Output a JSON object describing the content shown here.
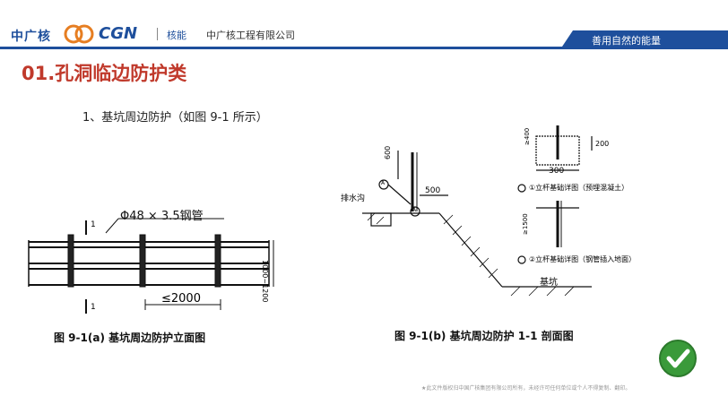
{
  "header": {
    "logo_cn": "中广核",
    "logo_en": "CGN",
    "division": "核能",
    "company": "中广核工程有限公司",
    "slogan": "善用自然的能量",
    "accent": "#1e4f9c"
  },
  "slide": {
    "title": "01.孔洞临边防护类",
    "subtitle": "1、基坑周边防护（如图 9-1 所示）",
    "title_color": "#c0392b"
  },
  "figure_a": {
    "pipe_label": "Φ48 × 3.5钢管",
    "section_mark_top": "1",
    "section_mark_bottom": "1",
    "spacing_label": "≤2000",
    "height_label": "1000~1200",
    "caption": "图 9-1(a)    基坑周边防护立面图"
  },
  "figure_b": {
    "label_drain": "排水沟",
    "label_600": "600",
    "label_500": "500",
    "label_detail_a": "A",
    "label_detail_a2": "A",
    "label_300": "300",
    "label_200": "200",
    "label_400": "≥400",
    "label_detail1": "①立杆基础详图（预埋混凝土）",
    "label_detail2": "②立杆基础详图（钢管插入地面）",
    "label_1500": "≥1500",
    "label_pit": "基坑",
    "caption": "图 9-1(b)    基坑周边防护 1-1 剖面图"
  },
  "footer": {
    "note": "★此文件版权归中国广核集团有限公司所有，未经许可任何单位或个人不得复制、翻印。"
  },
  "icons": {
    "check": "check-circle-icon",
    "logo": "cgn-logo-icon"
  }
}
